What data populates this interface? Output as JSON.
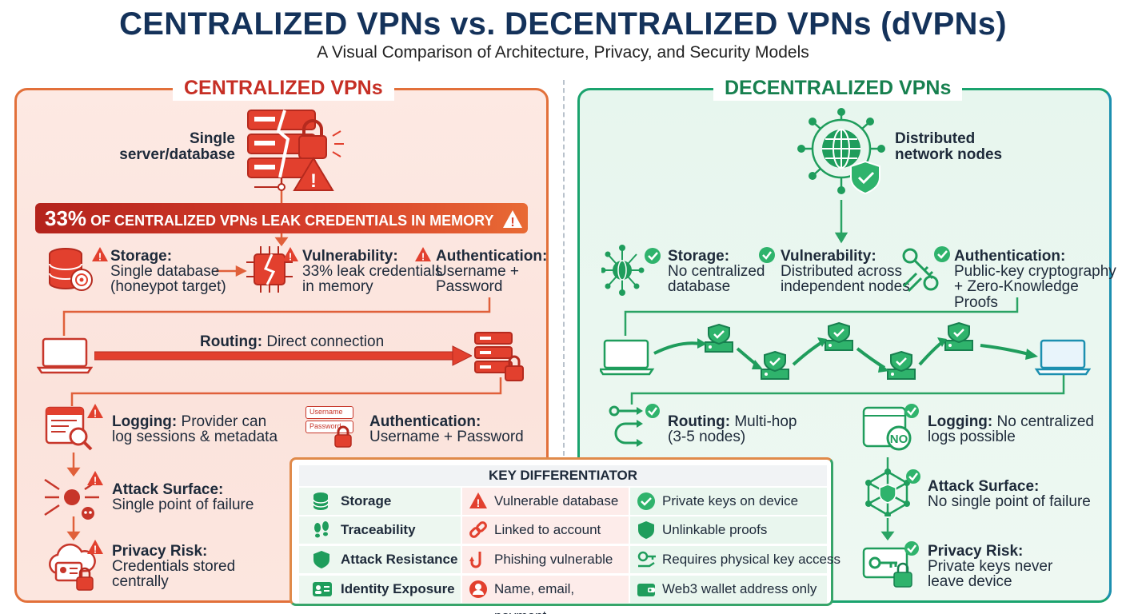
{
  "header": {
    "title": "CENTRALIZED VPNs vs. DECENTRALIZED VPNs (dVPNs)",
    "subtitle": "A Visual Comparison of Architecture, Privacy, and Security Models"
  },
  "centralized": {
    "title": "CENTRALIZED VPNs",
    "server_label_1": "Single",
    "server_label_2": "server/database",
    "banner_stat": "33%",
    "banner_text": "OF CENTRALIZED VPNs LEAK CREDENTIALS IN MEMORY",
    "storage": {
      "title": "Storage:",
      "line1": "Single database",
      "line2": "(honeypot target)"
    },
    "vulnerability": {
      "title": "Vulnerability:",
      "line1": "33% leak credentials",
      "line2": "in memory"
    },
    "authentication": {
      "title": "Authentication:",
      "line1": "Username +",
      "line2": "Password"
    },
    "routing": {
      "title": "Routing:",
      "text": "Direct connection"
    },
    "logging": {
      "title": "Logging:",
      "line1": "Provider can",
      "line2": "log sessions & metadata"
    },
    "authentication2": {
      "title": "Authentication:",
      "line1": "Username + Password"
    },
    "form_username": "Username",
    "form_password": "Password",
    "attack_surface": {
      "title": "Attack Surface:",
      "line1": "Single point of failure"
    },
    "privacy_risk": {
      "title": "Privacy Risk:",
      "line1": "Credentials stored",
      "line2": "centrally"
    }
  },
  "decentralized": {
    "title": "DECENTRALIZED VPNs",
    "nodes_label_1": "Distributed",
    "nodes_label_2": "network nodes",
    "storage": {
      "title": "Storage:",
      "line1": "No centralized",
      "line2": "database"
    },
    "vulnerability": {
      "title": "Vulnerability:",
      "line1": "Distributed across",
      "line2": "independent nodes"
    },
    "authentication": {
      "title": "Authentication:",
      "line1": "Public-key cryptography",
      "line2": "+ Zero-Knowledge Proofs"
    },
    "routing": {
      "title": "Routing:",
      "line1": "Multi-hop",
      "line2": "(3-5 nodes)"
    },
    "logging": {
      "title": "Logging:",
      "line1": "No centralized",
      "line2": "logs possible"
    },
    "no_badge": "NO",
    "attack_surface": {
      "title": "Attack Surface:",
      "line1": "No single point of failure"
    },
    "privacy_risk": {
      "title": "Privacy Risk:",
      "line1": "Private keys never",
      "line2": "leave device"
    }
  },
  "key_differentiator": {
    "title": "KEY DIFFERENTIATOR",
    "rows": [
      {
        "feature": "Storage",
        "centralized": "Vulnerable database",
        "decentralized": "Private keys on device",
        "icon": "database-icon"
      },
      {
        "feature": "Traceability",
        "centralized": "Linked to account",
        "decentralized": "Unlinkable proofs",
        "icon": "footprints-icon"
      },
      {
        "feature": "Attack Resistance",
        "centralized": "Phishing vulnerable",
        "decentralized": "Requires physical key access",
        "icon": "shield-icon"
      },
      {
        "feature": "Identity Exposure",
        "centralized": "Name, email, payment",
        "decentralized": "Web3 wallet address only",
        "icon": "id-card-icon"
      }
    ]
  },
  "colors": {
    "centralized_accent": "#d8382a",
    "decentralized_accent": "#1f9d5c",
    "title_navy": "#14325a"
  }
}
